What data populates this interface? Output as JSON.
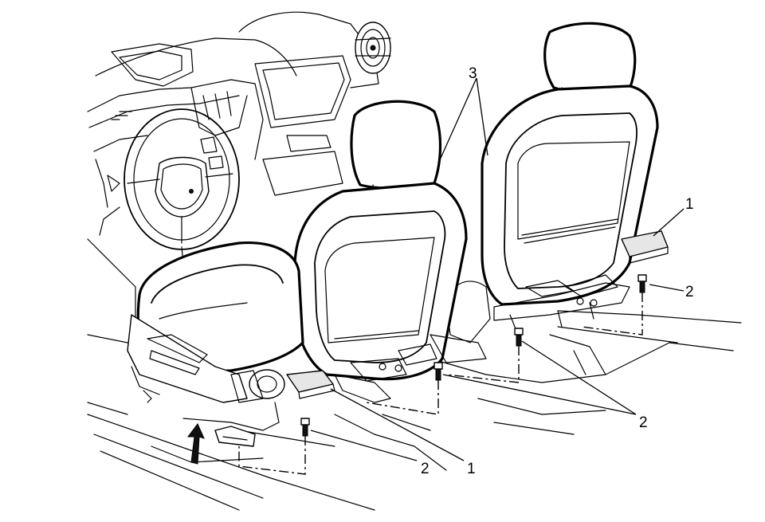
{
  "callouts": {
    "label_1_right": "1",
    "label_1_bottom": "1",
    "label_2_right": "2",
    "label_2_middle": "2",
    "label_2_bottom": "2",
    "label_3_top": "3"
  },
  "icons": {
    "direction_arrow": "up-arrow-icon"
  }
}
